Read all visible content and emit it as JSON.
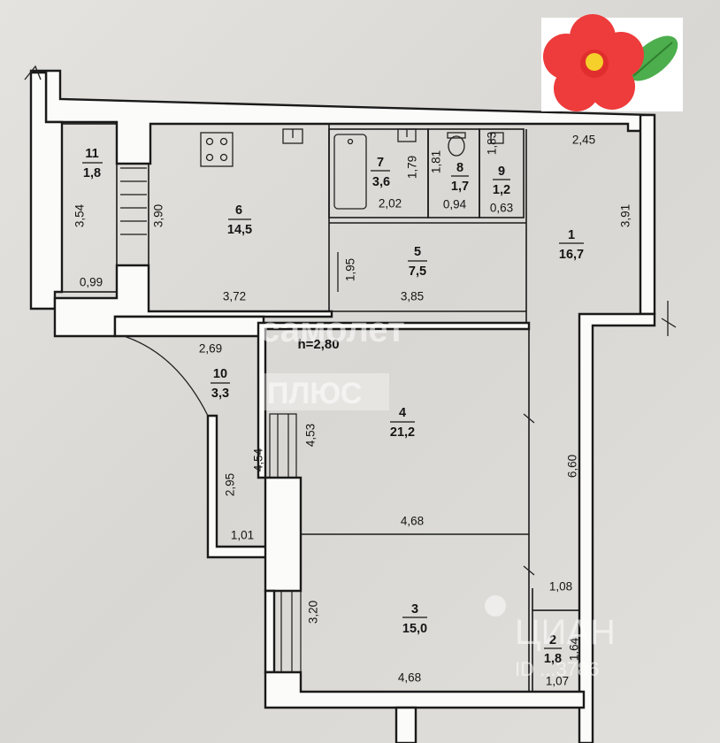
{
  "height_label": "h=2,80",
  "rooms": [
    {
      "id": "11",
      "area": "1,8"
    },
    {
      "id": "6",
      "area": "14,5"
    },
    {
      "id": "7",
      "area": "3,6"
    },
    {
      "id": "8",
      "area": "1,7"
    },
    {
      "id": "9",
      "area": "1,2"
    },
    {
      "id": "5",
      "area": "7,5"
    },
    {
      "id": "1",
      "area": "16,7"
    },
    {
      "id": "10",
      "area": "3,3"
    },
    {
      "id": "4",
      "area": "21,2"
    },
    {
      "id": "3",
      "area": "15,0"
    },
    {
      "id": "2",
      "area": "1,8"
    }
  ],
  "dimensions": [
    "3,54",
    "0,99",
    "3,90",
    "3,72",
    "1,79",
    "2,02",
    "1,81",
    "0,94",
    "1,83",
    "0,63",
    "1,95",
    "3,85",
    "2,45",
    "3,91",
    "2,69",
    "4,53",
    "4,54",
    "2,95",
    "1,01",
    "4,68",
    "6,60",
    "1,08",
    "1,64",
    "1,07",
    "3,20",
    "4,68"
  ],
  "watermark": {
    "brand_top": "самолет",
    "brand_bottom": "ПЛЮС",
    "cian": "ЦИАН",
    "cian_id": "ID ...3786"
  },
  "colors": {
    "flower": "#ee3b3b",
    "flower_center": "#f5d02a",
    "leaf": "#4cae4c",
    "sticker_bg": "#ffffff"
  }
}
